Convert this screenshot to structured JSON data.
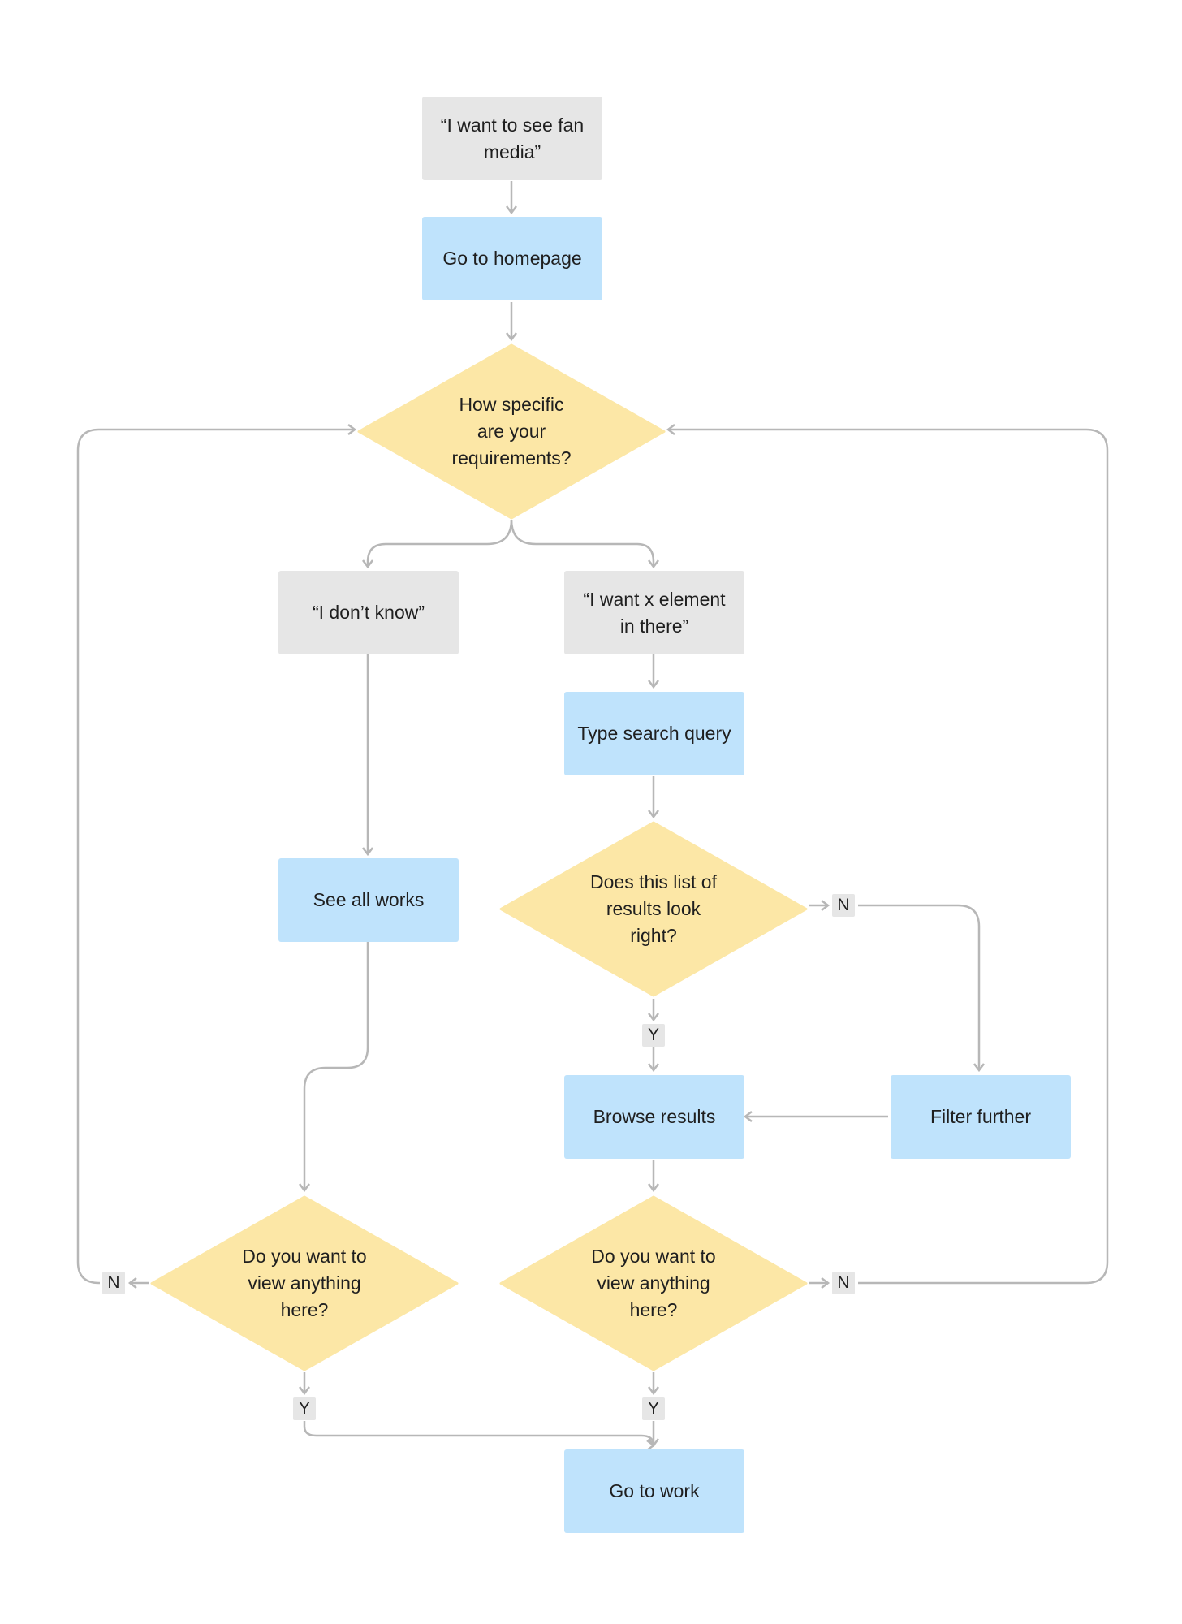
{
  "nodes": {
    "start": "“I want to see fan media”",
    "homepage": "Go to homepage",
    "specific": "How specific are your requirements?",
    "dont_know": "“I don’t know”",
    "want_x": "“I want x element in there”",
    "search": "Type search query",
    "see_all": "See all works",
    "results_right": "Does this list of results look right?",
    "browse": "Browse results",
    "filter": "Filter further",
    "view_left": "Do you want to view anything here?",
    "view_right": "Do you want to view anything here?",
    "go_work": "Go to work"
  },
  "tags": {
    "yes": "Y",
    "no": "N"
  },
  "colors": {
    "action": "#bfe3fc",
    "statement": "#e6e6e6",
    "decision": "#fce7a6",
    "connector": "#b7b7b7"
  }
}
